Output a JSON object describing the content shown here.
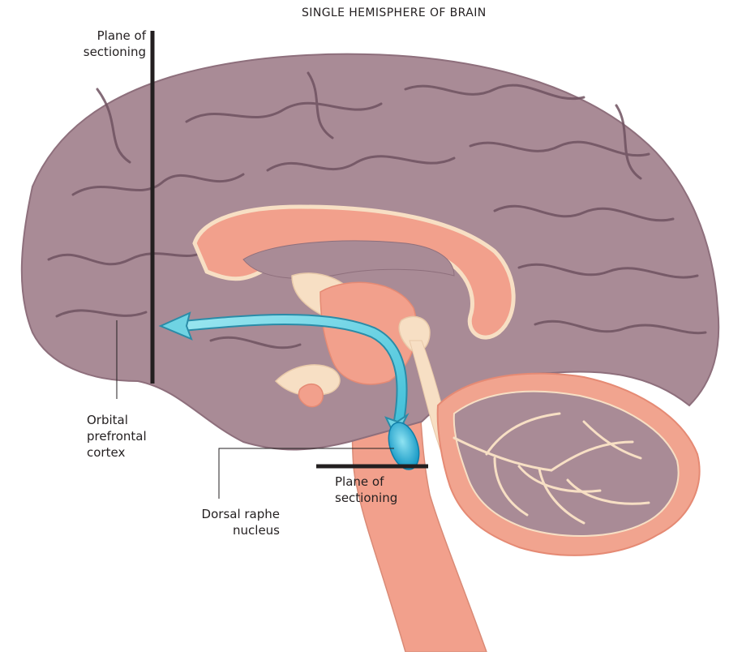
{
  "title": "SINGLE HEMISPHERE OF BRAIN",
  "labels": {
    "plane_top": [
      "Plane of",
      "sectioning"
    ],
    "plane_bottom": [
      "Plane of",
      "sectioning"
    ],
    "orbital": [
      "Orbital",
      "prefrontal",
      "cortex"
    ],
    "dorsal": [
      "Dorsal raphe",
      "nucleus"
    ]
  },
  "colors": {
    "cortex": "#a98b96",
    "cortex_dark": "#6f5260",
    "brainstem": "#f2a08c",
    "pale": "#f7dfc4",
    "cerebellum": "#f1a48f",
    "arrow": "#6fd3e3",
    "nucleus": "#19a9cf",
    "line": "#231f20"
  }
}
